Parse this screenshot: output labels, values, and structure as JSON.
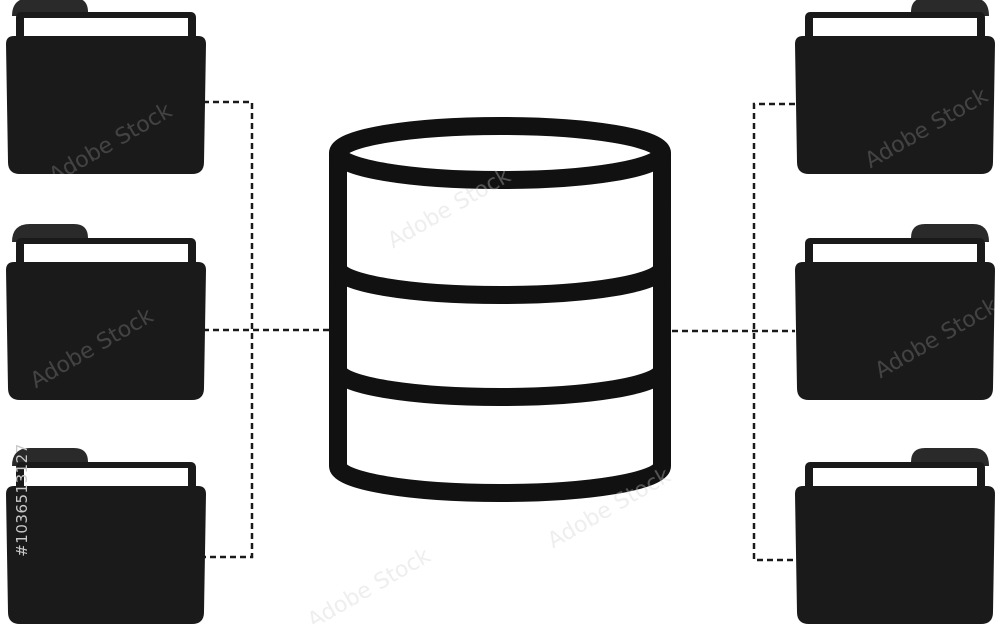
{
  "diagram": {
    "center": {
      "icon": "database-cylinder-icon",
      "segments": 3
    },
    "left_folders": [
      {
        "icon": "folder-icon"
      },
      {
        "icon": "folder-icon"
      },
      {
        "icon": "folder-icon"
      }
    ],
    "right_folders": [
      {
        "icon": "folder-icon"
      },
      {
        "icon": "folder-icon"
      },
      {
        "icon": "folder-icon"
      }
    ],
    "connector_style": "dashed",
    "colors": {
      "ink": "#1a1a1a",
      "paper": "#ffffff",
      "tab": "#2a2a2a"
    }
  },
  "watermark": {
    "text": "Adobe Stock",
    "stock_id": "#1036513127",
    "color": "#c8c8c8"
  }
}
